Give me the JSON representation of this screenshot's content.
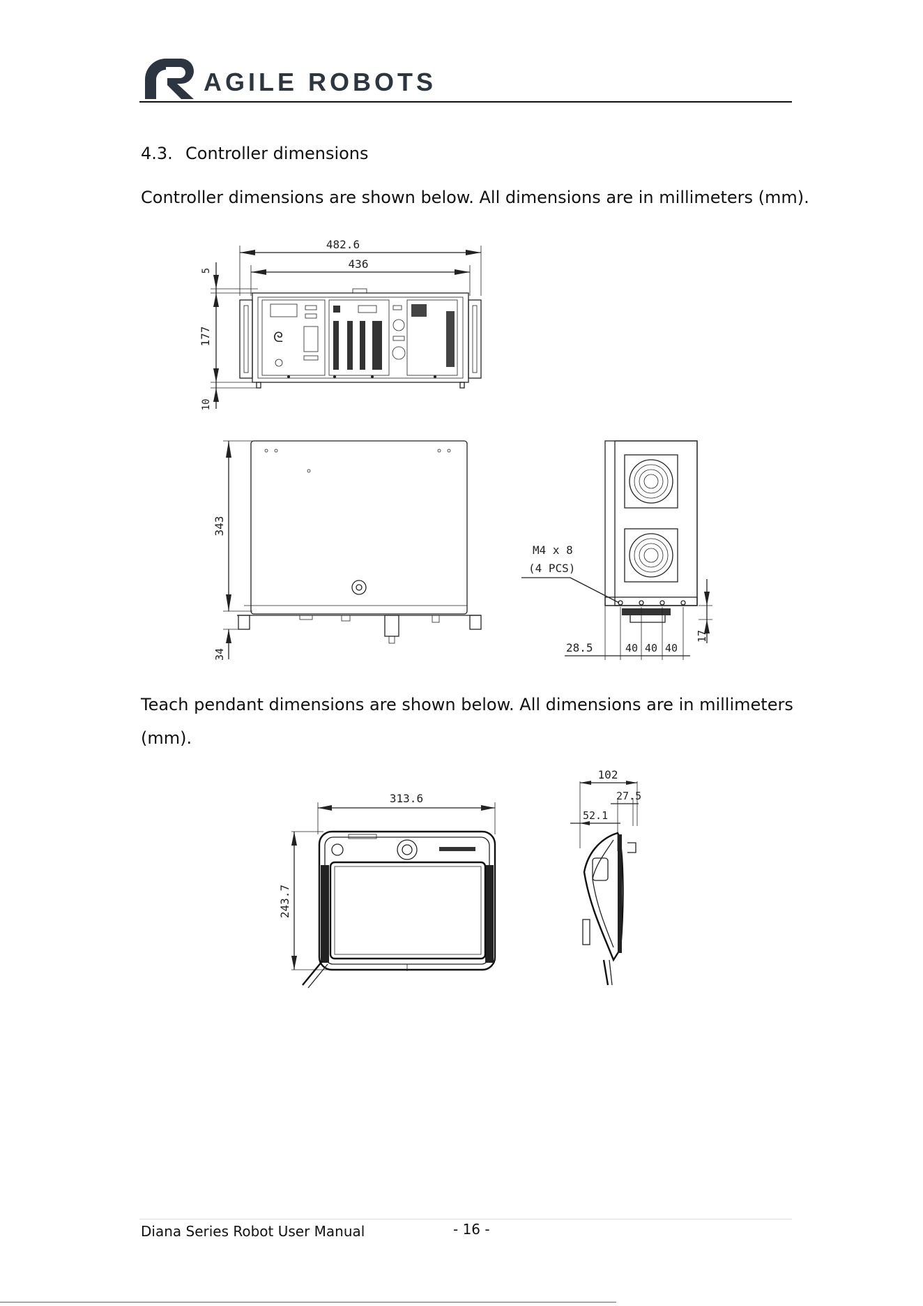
{
  "header": {
    "brand": "AGILE ROBOTS"
  },
  "section": {
    "number": "4.3.",
    "title": "Controller dimensions"
  },
  "paragraphs": {
    "controller": "Controller dimensions are shown below. All dimensions are in millimeters (mm).",
    "pendant": "Teach pendant dimensions are shown below. All dimensions are in millimeters (mm)."
  },
  "controller_front": {
    "width_overall": "482.6",
    "width_body": "436",
    "height_top_gap": "5",
    "height_body": "177",
    "height_feet": "10"
  },
  "controller_side": {
    "depth": "343",
    "feet_height": "34"
  },
  "controller_rear": {
    "screw_spec": "M4 x 8",
    "screw_count": "(4 PCS)",
    "offset_left": "28.5",
    "spacing_1": "40",
    "spacing_2": "40",
    "spacing_3": "40",
    "foot_height": "17"
  },
  "pendant_front": {
    "width": "313.6",
    "height": "243.7"
  },
  "pendant_side": {
    "depth_overall": "102",
    "depth_1": "27.5",
    "depth_2": "52.1"
  },
  "footer": {
    "manual_title": "Diana Series Robot User Manual",
    "page_number": "- 16 -"
  }
}
